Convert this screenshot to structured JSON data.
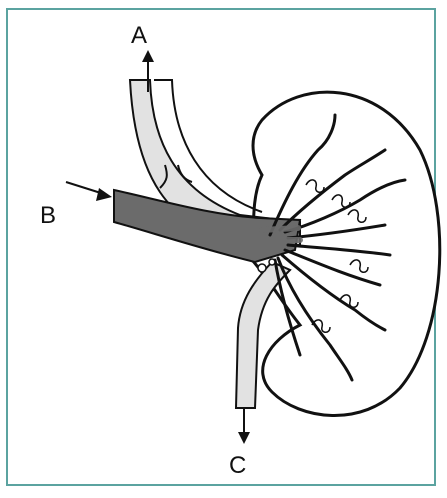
{
  "diagram": {
    "labels": {
      "a": "A",
      "b": "B",
      "c": "C"
    },
    "colors": {
      "frame": "#5ba3a0",
      "light_vessel": "#e2e2e2",
      "dark_vessel": "#6b6b6b",
      "outline": "#111111"
    }
  }
}
